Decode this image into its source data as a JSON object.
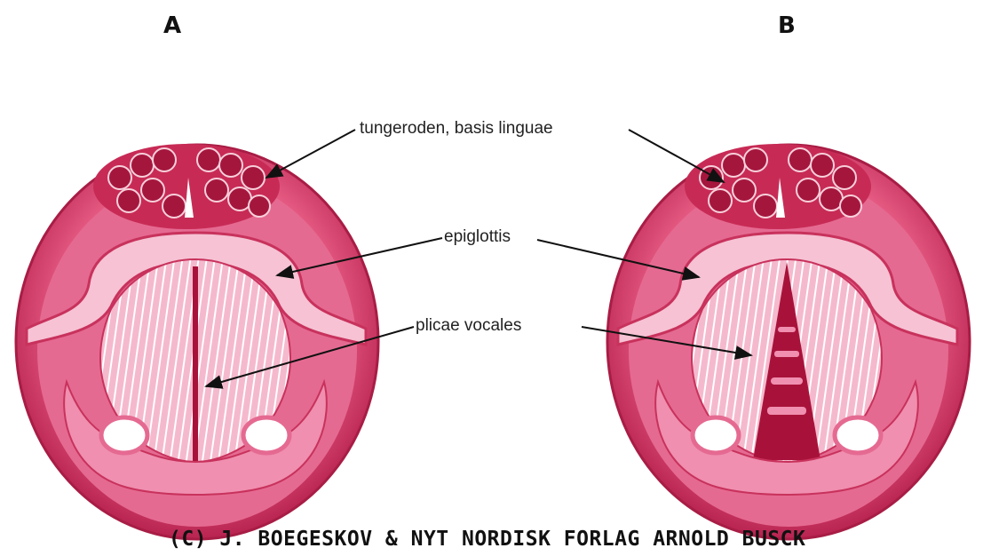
{
  "panels": [
    {
      "letter": "A"
    },
    {
      "letter": "B"
    }
  ],
  "labels": {
    "tongue_root": "tungeroden, basis linguae",
    "epiglottis": "epiglottis",
    "vocal_folds": "plicae vocales"
  },
  "copyright": "(C) J. BOEGESKOV & NYT NORDISK FORLAG ARNOLD BUSCK",
  "colors": {
    "outer_ring": "#c8325c",
    "mucosa": "#e7739a",
    "light_pink": "#f6c2d4",
    "tongue_bumps": "#b1173e",
    "glottis": "#a8123a"
  }
}
